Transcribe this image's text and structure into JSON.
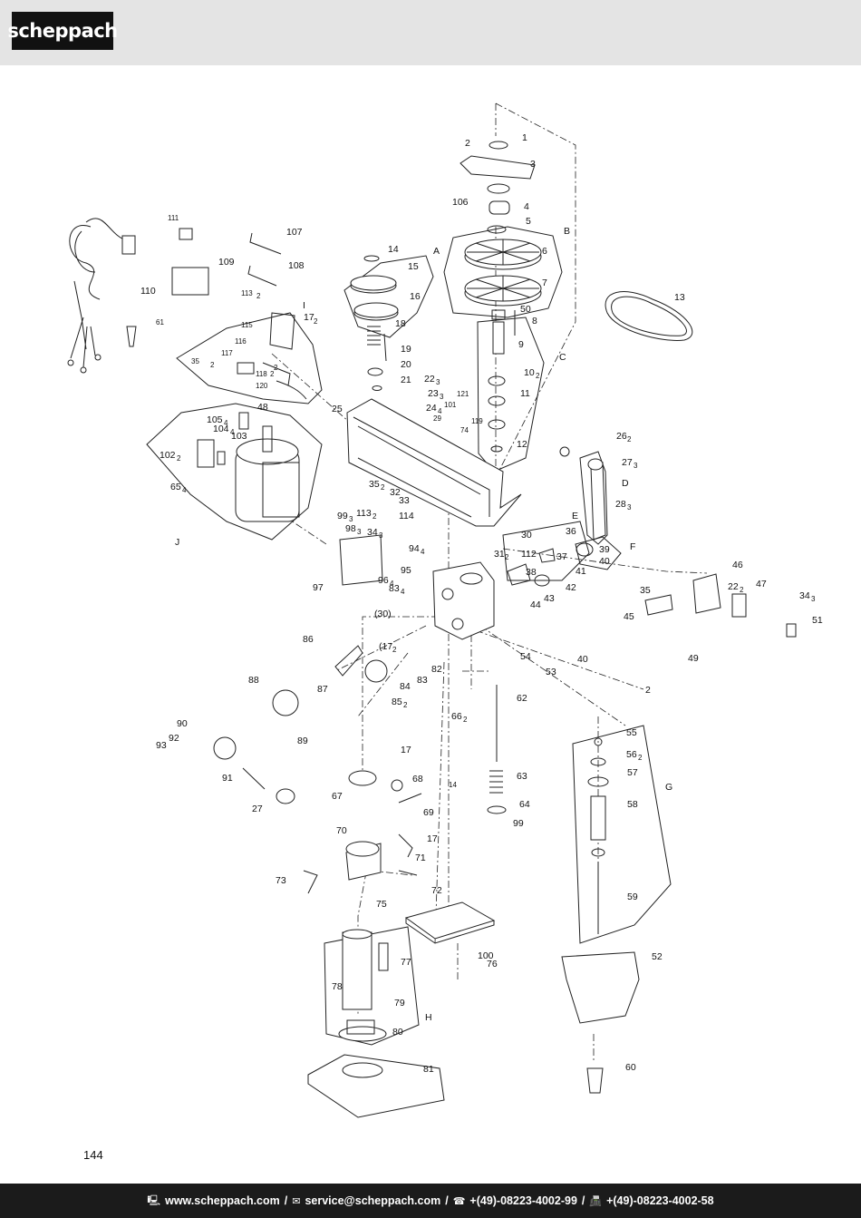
{
  "header": {
    "brand": "scheppach"
  },
  "diagram": {
    "callouts": [
      {
        "id": "1",
        "text": "1"
      },
      {
        "id": "2a",
        "text": "2"
      },
      {
        "id": "3",
        "text": "3"
      },
      {
        "id": "106",
        "text": "106"
      },
      {
        "id": "4",
        "text": "4"
      },
      {
        "id": "5",
        "text": "5"
      },
      {
        "id": "6",
        "text": "6"
      },
      {
        "id": "7",
        "text": "7"
      },
      {
        "id": "8",
        "text": "8"
      },
      {
        "id": "50",
        "text": "50"
      },
      {
        "id": "9",
        "text": "9"
      },
      {
        "id": "10",
        "text": "10"
      },
      {
        "id": "11",
        "text": "11"
      },
      {
        "id": "12",
        "text": "12"
      },
      {
        "id": "13",
        "text": "13"
      },
      {
        "id": "14a",
        "text": "14"
      },
      {
        "id": "15",
        "text": "15"
      },
      {
        "id": "16",
        "text": "16"
      },
      {
        "id": "17a",
        "text": "17"
      },
      {
        "id": "18",
        "text": "18"
      },
      {
        "id": "19",
        "text": "19"
      },
      {
        "id": "20",
        "text": "20"
      },
      {
        "id": "21",
        "text": "21"
      },
      {
        "id": "22a",
        "text": "22"
      },
      {
        "id": "23",
        "text": "23"
      },
      {
        "id": "24",
        "text": "24"
      },
      {
        "id": "25",
        "text": "25"
      },
      {
        "id": "26",
        "text": "26"
      },
      {
        "id": "27a",
        "text": "27"
      },
      {
        "id": "28",
        "text": "28"
      },
      {
        "id": "29",
        "text": "29"
      },
      {
        "id": "30a",
        "text": "30"
      },
      {
        "id": "30b",
        "text": "(30)"
      },
      {
        "id": "31",
        "text": "31"
      },
      {
        "id": "32",
        "text": "32"
      },
      {
        "id": "33",
        "text": "33"
      },
      {
        "id": "34a",
        "text": "34"
      },
      {
        "id": "34b",
        "text": "34"
      },
      {
        "id": "35a",
        "text": "35"
      },
      {
        "id": "35b",
        "text": "35"
      },
      {
        "id": "35c",
        "text": "35"
      },
      {
        "id": "36",
        "text": "36"
      },
      {
        "id": "37",
        "text": "37"
      },
      {
        "id": "38",
        "text": "38"
      },
      {
        "id": "39",
        "text": "39"
      },
      {
        "id": "40a",
        "text": "40"
      },
      {
        "id": "40b",
        "text": "40"
      },
      {
        "id": "41",
        "text": "41"
      },
      {
        "id": "42",
        "text": "42"
      },
      {
        "id": "43",
        "text": "43"
      },
      {
        "id": "44",
        "text": "44"
      },
      {
        "id": "45",
        "text": "45"
      },
      {
        "id": "46",
        "text": "46"
      },
      {
        "id": "22b",
        "text": "22"
      },
      {
        "id": "47",
        "text": "47"
      },
      {
        "id": "48",
        "text": "48"
      },
      {
        "id": "49",
        "text": "49"
      },
      {
        "id": "51",
        "text": "51"
      },
      {
        "id": "52",
        "text": "52"
      },
      {
        "id": "53",
        "text": "53"
      },
      {
        "id": "54",
        "text": "54"
      },
      {
        "id": "55",
        "text": "55"
      },
      {
        "id": "56",
        "text": "56"
      },
      {
        "id": "57",
        "text": "57"
      },
      {
        "id": "58",
        "text": "58"
      },
      {
        "id": "59",
        "text": "59"
      },
      {
        "id": "60",
        "text": "60"
      },
      {
        "id": "61",
        "text": "61"
      },
      {
        "id": "62",
        "text": "62"
      },
      {
        "id": "63",
        "text": "63"
      },
      {
        "id": "64",
        "text": "64"
      },
      {
        "id": "65",
        "text": "65"
      },
      {
        "id": "66",
        "text": "66"
      },
      {
        "id": "67",
        "text": "67"
      },
      {
        "id": "68",
        "text": "68"
      },
      {
        "id": "14b",
        "text": "14"
      },
      {
        "id": "69",
        "text": "69"
      },
      {
        "id": "70",
        "text": "70"
      },
      {
        "id": "71",
        "text": "71"
      },
      {
        "id": "17b",
        "text": "17"
      },
      {
        "id": "17c",
        "text": "17"
      },
      {
        "id": "17d",
        "text": "(17"
      },
      {
        "id": "72",
        "text": "72"
      },
      {
        "id": "73",
        "text": "73"
      },
      {
        "id": "75",
        "text": "75"
      },
      {
        "id": "76",
        "text": "76"
      },
      {
        "id": "100",
        "text": "100"
      },
      {
        "id": "77",
        "text": "77"
      },
      {
        "id": "78",
        "text": "78"
      },
      {
        "id": "79",
        "text": "79"
      },
      {
        "id": "80",
        "text": "80"
      },
      {
        "id": "81",
        "text": "81"
      },
      {
        "id": "82",
        "text": "82"
      },
      {
        "id": "83a",
        "text": "83"
      },
      {
        "id": "83b",
        "text": "83"
      },
      {
        "id": "84",
        "text": "84"
      },
      {
        "id": "85",
        "text": "85"
      },
      {
        "id": "86",
        "text": "86"
      },
      {
        "id": "87",
        "text": "87"
      },
      {
        "id": "88",
        "text": "88"
      },
      {
        "id": "89",
        "text": "89"
      },
      {
        "id": "90",
        "text": "90"
      },
      {
        "id": "91",
        "text": "91"
      },
      {
        "id": "92",
        "text": "92"
      },
      {
        "id": "93",
        "text": "93"
      },
      {
        "id": "27b",
        "text": "27"
      },
      {
        "id": "94",
        "text": "94"
      },
      {
        "id": "95",
        "text": "95"
      },
      {
        "id": "96",
        "text": "96"
      },
      {
        "id": "97",
        "text": "97"
      },
      {
        "id": "98",
        "text": "98"
      },
      {
        "id": "99a",
        "text": "99"
      },
      {
        "id": "99b",
        "text": "99"
      },
      {
        "id": "101",
        "text": "101"
      },
      {
        "id": "102",
        "text": "102"
      },
      {
        "id": "103",
        "text": "103"
      },
      {
        "id": "104",
        "text": "104"
      },
      {
        "id": "105",
        "text": "105"
      },
      {
        "id": "107",
        "text": "107"
      },
      {
        "id": "108",
        "text": "108"
      },
      {
        "id": "109",
        "text": "109"
      },
      {
        "id": "110",
        "text": "110"
      },
      {
        "id": "111",
        "text": "111"
      },
      {
        "id": "112",
        "text": "112"
      },
      {
        "id": "113a",
        "text": "113"
      },
      {
        "id": "113b",
        "text": "113"
      },
      {
        "id": "114",
        "text": "114"
      },
      {
        "id": "115",
        "text": "115"
      },
      {
        "id": "116",
        "text": "116"
      },
      {
        "id": "117",
        "text": "117"
      },
      {
        "id": "118",
        "text": "118"
      },
      {
        "id": "119",
        "text": "119"
      },
      {
        "id": "120",
        "text": "120"
      },
      {
        "id": "121",
        "text": "121"
      },
      {
        "id": "74",
        "text": "74"
      },
      {
        "id": "2b",
        "text": "2"
      },
      {
        "id": "2c",
        "text": "2"
      },
      {
        "id": "2d",
        "text": "2"
      }
    ],
    "subscripts": [
      {
        "id": "s17a",
        "text": "2"
      },
      {
        "id": "s22a",
        "text": "3"
      },
      {
        "id": "s23",
        "text": "3"
      },
      {
        "id": "s24",
        "text": "4"
      },
      {
        "id": "s26",
        "text": "2"
      },
      {
        "id": "s27",
        "text": "3"
      },
      {
        "id": "s28",
        "text": "3"
      },
      {
        "id": "s10",
        "text": "2"
      },
      {
        "id": "s35",
        "text": "2"
      },
      {
        "id": "s113",
        "text": "2"
      },
      {
        "id": "s99",
        "text": "3"
      },
      {
        "id": "s98",
        "text": "3"
      },
      {
        "id": "s94",
        "text": "4"
      },
      {
        "id": "s31",
        "text": "2"
      },
      {
        "id": "s96",
        "text": "4"
      },
      {
        "id": "s83",
        "text": "4"
      },
      {
        "id": "s65",
        "text": "4"
      },
      {
        "id": "s102",
        "text": "2"
      },
      {
        "id": "s104",
        "text": "4"
      },
      {
        "id": "s105",
        "text": "4"
      },
      {
        "id": "s17d",
        "text": "2"
      },
      {
        "id": "s85",
        "text": "2"
      },
      {
        "id": "s66",
        "text": "2"
      },
      {
        "id": "s56",
        "text": "2"
      },
      {
        "id": "s22b",
        "text": "2"
      },
      {
        "id": "s34b",
        "text": "3"
      },
      {
        "id": "s113a",
        "text": "2"
      },
      {
        "id": "s34a",
        "text": "3"
      },
      {
        "id": "s111",
        "text": "2"
      }
    ],
    "groups": [
      {
        "id": "A",
        "text": "A"
      },
      {
        "id": "B",
        "text": "B"
      },
      {
        "id": "C",
        "text": "C"
      },
      {
        "id": "D",
        "text": "D"
      },
      {
        "id": "E",
        "text": "E"
      },
      {
        "id": "F",
        "text": "F"
      },
      {
        "id": "G",
        "text": "G"
      },
      {
        "id": "H",
        "text": "H"
      },
      {
        "id": "I",
        "text": "I"
      },
      {
        "id": "J",
        "text": "J"
      }
    ]
  },
  "page": {
    "number": "144"
  },
  "footer": {
    "website": "www.scheppach.com",
    "email": "service@scheppach.com",
    "phone": "+(49)-08223-4002-99",
    "fax": "+(49)-08223-4002-58",
    "separator": "/",
    "web_icon": "computer-icon",
    "mail_icon": "envelope-icon",
    "phone_icon": "telephone-icon",
    "fax_icon": "fax-icon"
  }
}
